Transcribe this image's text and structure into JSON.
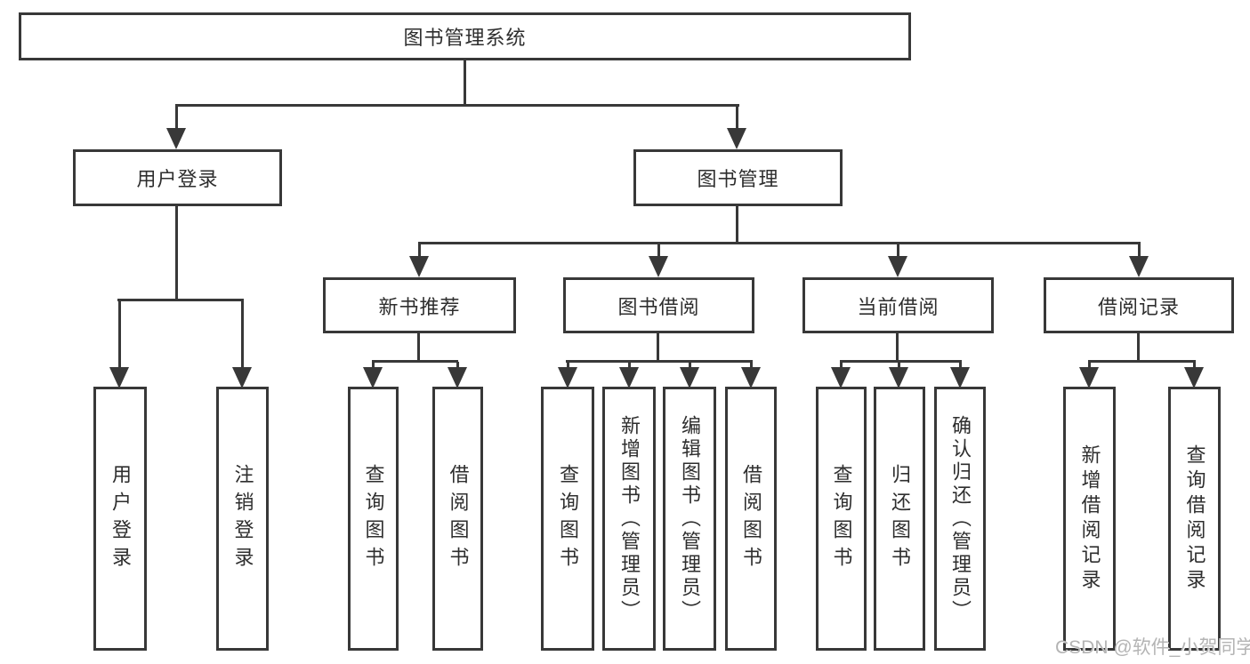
{
  "diagram_type": "hierarchy-tree",
  "tree": {
    "label": "图书管理系统",
    "children": [
      {
        "label": "用户登录",
        "children": [
          {
            "label": "用户登录"
          },
          {
            "label": "注销登录"
          }
        ]
      },
      {
        "label": "图书管理",
        "children": [
          {
            "label": "新书推荐",
            "children": [
              {
                "label": "查询图书"
              },
              {
                "label": "借阅图书"
              }
            ]
          },
          {
            "label": "图书借阅",
            "children": [
              {
                "label": "查询图书"
              },
              {
                "label": "新增图书（管理员）"
              },
              {
                "label": "编辑图书（管理员）"
              },
              {
                "label": "借阅图书"
              }
            ]
          },
          {
            "label": "当前借阅",
            "children": [
              {
                "label": "查询图书"
              },
              {
                "label": "归还图书"
              },
              {
                "label": "确认归还（管理员）"
              }
            ]
          },
          {
            "label": "借阅记录",
            "children": [
              {
                "label": "新增借阅记录"
              },
              {
                "label": "查询借阅记录"
              }
            ]
          }
        ]
      }
    ]
  },
  "watermark": "CSDN @软件_小贺同学",
  "colors": {
    "line": "#383838",
    "text": "#2e2e2e",
    "watermark": "#b4b4b4",
    "background": "#ffffff"
  }
}
